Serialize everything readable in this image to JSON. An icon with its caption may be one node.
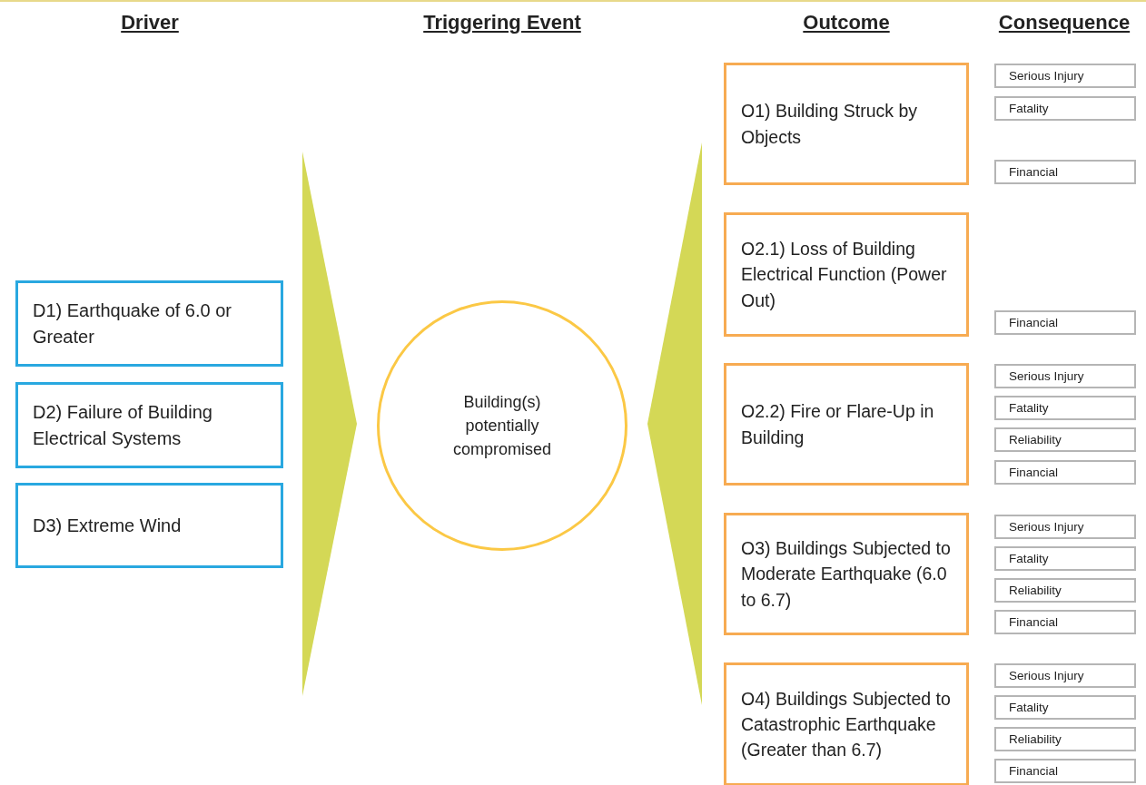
{
  "diagram": {
    "nodes": [
      {
        "text": [
          "D1) Earthquake of 6.0 or Greater"
        ]
      },
      {
        "text": [
          "D2) Failure of Building Electrical Systems"
        ]
      },
      {
        "text": [
          "D3) Extreme Wind"
        ]
      },
      {
        "text": [
          "Building(s) potentially compromised"
        ]
      },
      {
        "text": [
          "O1) Building Struck by Objects"
        ]
      },
      {
        "text": [
          "O2.1) Loss of Building Electrical Function (Power Out)"
        ]
      },
      {
        "text": [
          "O2.2) Fire or Flare-Up in Building"
        ]
      },
      {
        "text": [
          "O3) Buildings Subjected to Moderate Earthquake (6.0 to 6.7)"
        ]
      },
      {
        "text": [
          "O4) Buildings Subjected to Catastrophic Earthquake (Greater than 6.7)"
        ]
      },
      {
        "text": [
          "Serious Injury"
        ]
      },
      {
        "text": [
          "Fatality"
        ]
      },
      {
        "text": [
          "Financial"
        ]
      },
      {
        "text": [
          "Financial"
        ]
      },
      {
        "text": [
          "Serious Injury"
        ]
      },
      {
        "text": [
          "Fatality"
        ]
      },
      {
        "text": [
          "Reliability"
        ]
      },
      {
        "text": [
          "Financial"
        ]
      },
      {
        "text": [
          "Serious Injury"
        ]
      },
      {
        "text": [
          "Fatality"
        ]
      },
      {
        "text": [
          "Reliability"
        ]
      },
      {
        "text": [
          "Financial"
        ]
      },
      {
        "text": [
          "Serious Injury"
        ]
      },
      {
        "text": [
          "Fatality"
        ]
      },
      {
        "text": [
          "Reliability"
        ]
      },
      {
        "text": [
          "Financial"
        ]
      }
    ],
    "labels": [
      "Driver",
      "Triggering Event",
      "Outcome",
      "Consequence"
    ]
  }
}
